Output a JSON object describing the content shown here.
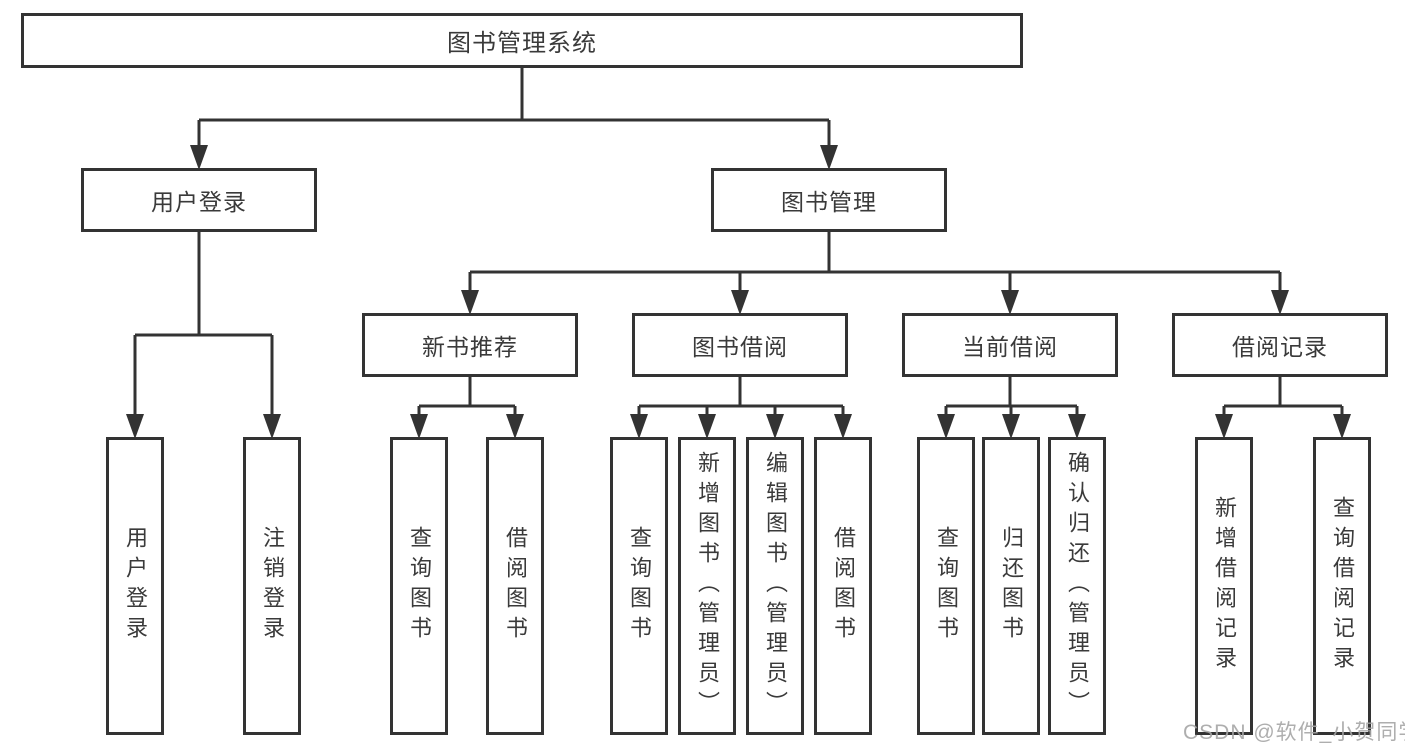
{
  "root": {
    "label": "图书管理系统"
  },
  "login": {
    "label": "用户登录",
    "children": [
      {
        "label": "用户登录"
      },
      {
        "label": "注销登录"
      }
    ]
  },
  "management": {
    "label": "图书管理",
    "groups": [
      {
        "label": "新书推荐",
        "children": [
          {
            "label": "查询图书"
          },
          {
            "label": "借阅图书"
          }
        ]
      },
      {
        "label": "图书借阅",
        "children": [
          {
            "label": "查询图书"
          },
          {
            "label": "新增图书（管理员）"
          },
          {
            "label": "编辑图书（管理员）"
          },
          {
            "label": "借阅图书"
          }
        ]
      },
      {
        "label": "当前借阅",
        "children": [
          {
            "label": "查询图书"
          },
          {
            "label": "归还图书"
          },
          {
            "label": "确认归还（管理员）"
          }
        ]
      },
      {
        "label": "借阅记录",
        "children": [
          {
            "label": "新增借阅记录"
          },
          {
            "label": "查询借阅记录"
          }
        ]
      }
    ]
  },
  "watermark": {
    "text": "CSDN @软件_小贺同学"
  },
  "colors": {
    "line": "#333333",
    "border": "#333333",
    "text": "#3a3a3a",
    "watermark": "#a5a5a5",
    "background": "#ffffff"
  }
}
